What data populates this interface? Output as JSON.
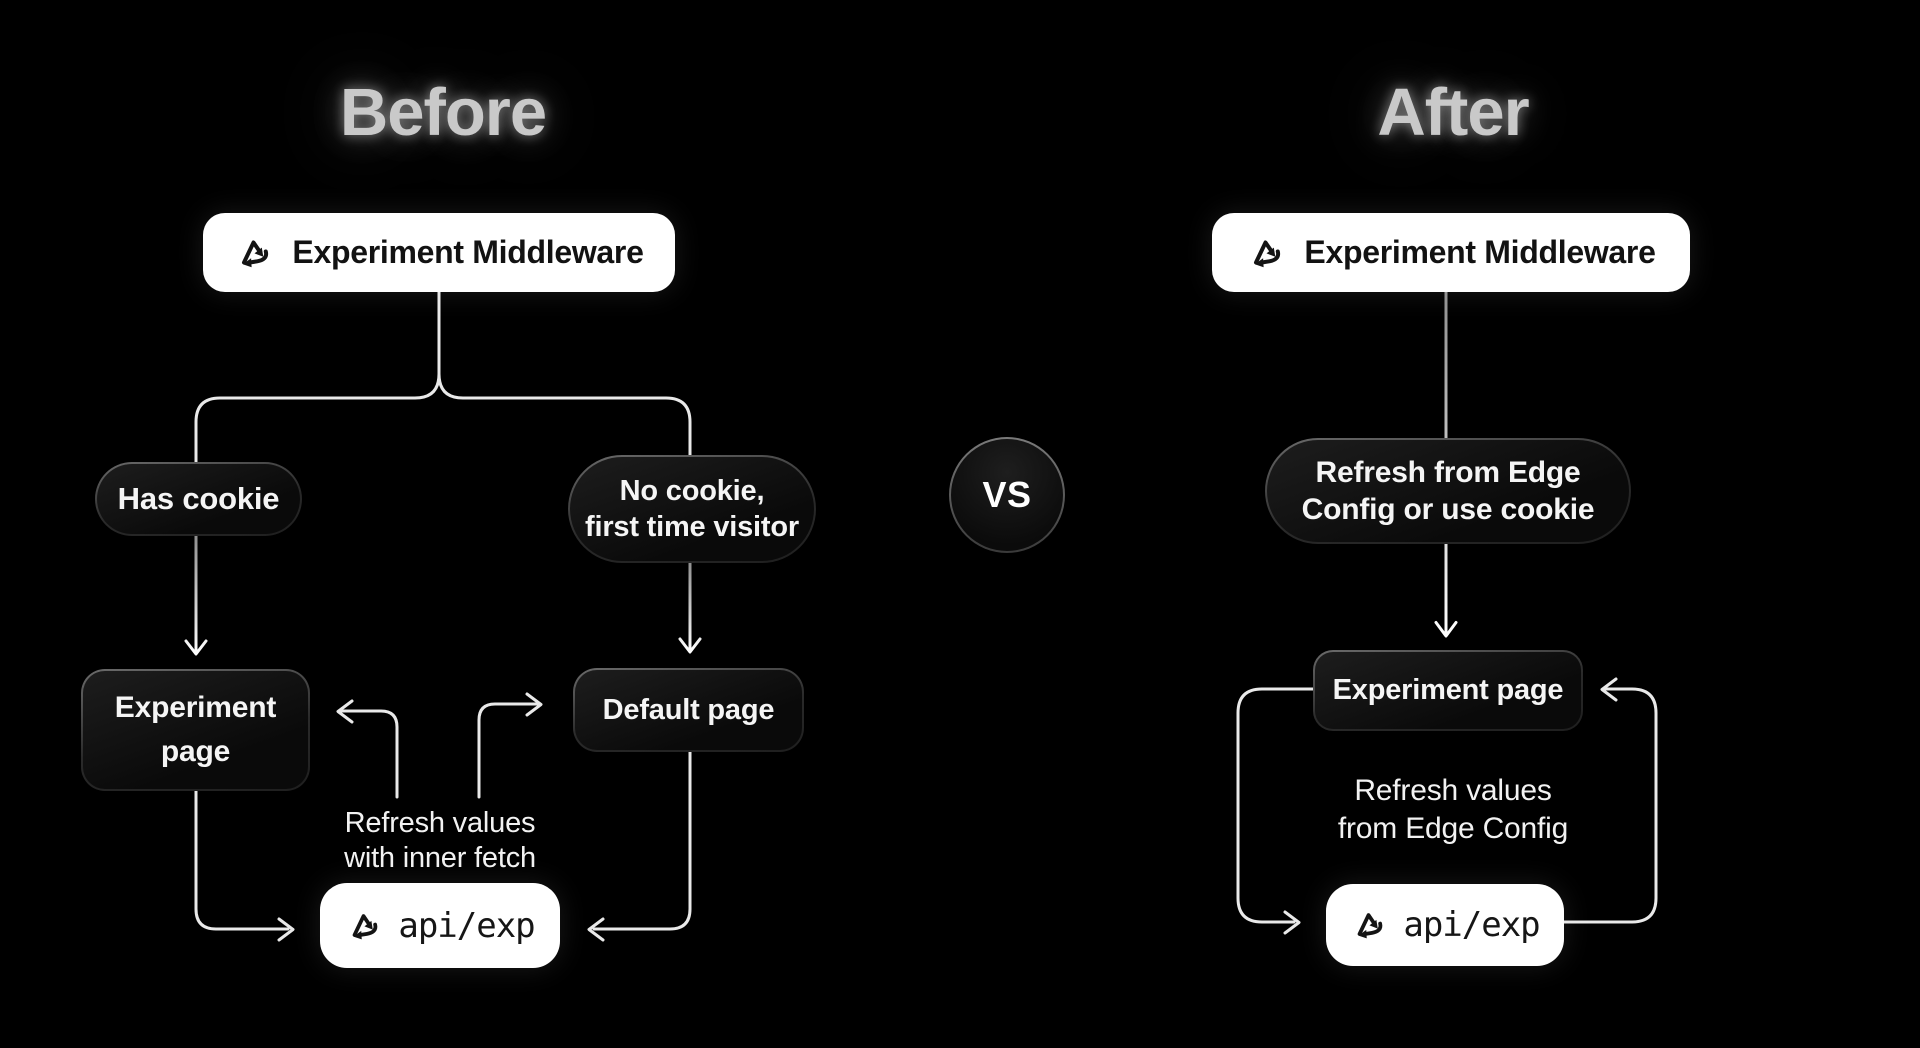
{
  "before": {
    "title": "Before",
    "middleware_label": "Experiment Middleware",
    "has_cookie_label": "Has cookie",
    "no_cookie_line1": "No cookie,",
    "no_cookie_line2": "first time visitor",
    "experiment_page_line1": "Experiment",
    "experiment_page_line2": "page",
    "default_page_label": "Default page",
    "refresh_note_line1": "Refresh values",
    "refresh_note_line2": "with inner fetch",
    "api_label": "api/exp"
  },
  "divider": {
    "vs_label": "VS"
  },
  "after": {
    "title": "After",
    "middleware_label": "Experiment Middleware",
    "pill_line1": "Refresh from Edge",
    "pill_line2": "Config or use cookie",
    "experiment_page_label": "Experiment page",
    "refresh_note_line1": "Refresh values",
    "refresh_note_line2": "from Edge Config",
    "api_label": "api/exp"
  },
  "colors": {
    "background": "#000000",
    "connector": "#e9e9e9",
    "node_white": "#ffffff",
    "node_dark_fill": "#101010",
    "node_border_light": "#6b6b6b",
    "text_dark": "#121212",
    "text_light": "#f5f5f5",
    "title_glow": "#c9c9c9"
  },
  "icons": {
    "triangle_cycle": "triangle-cycle-icon"
  }
}
